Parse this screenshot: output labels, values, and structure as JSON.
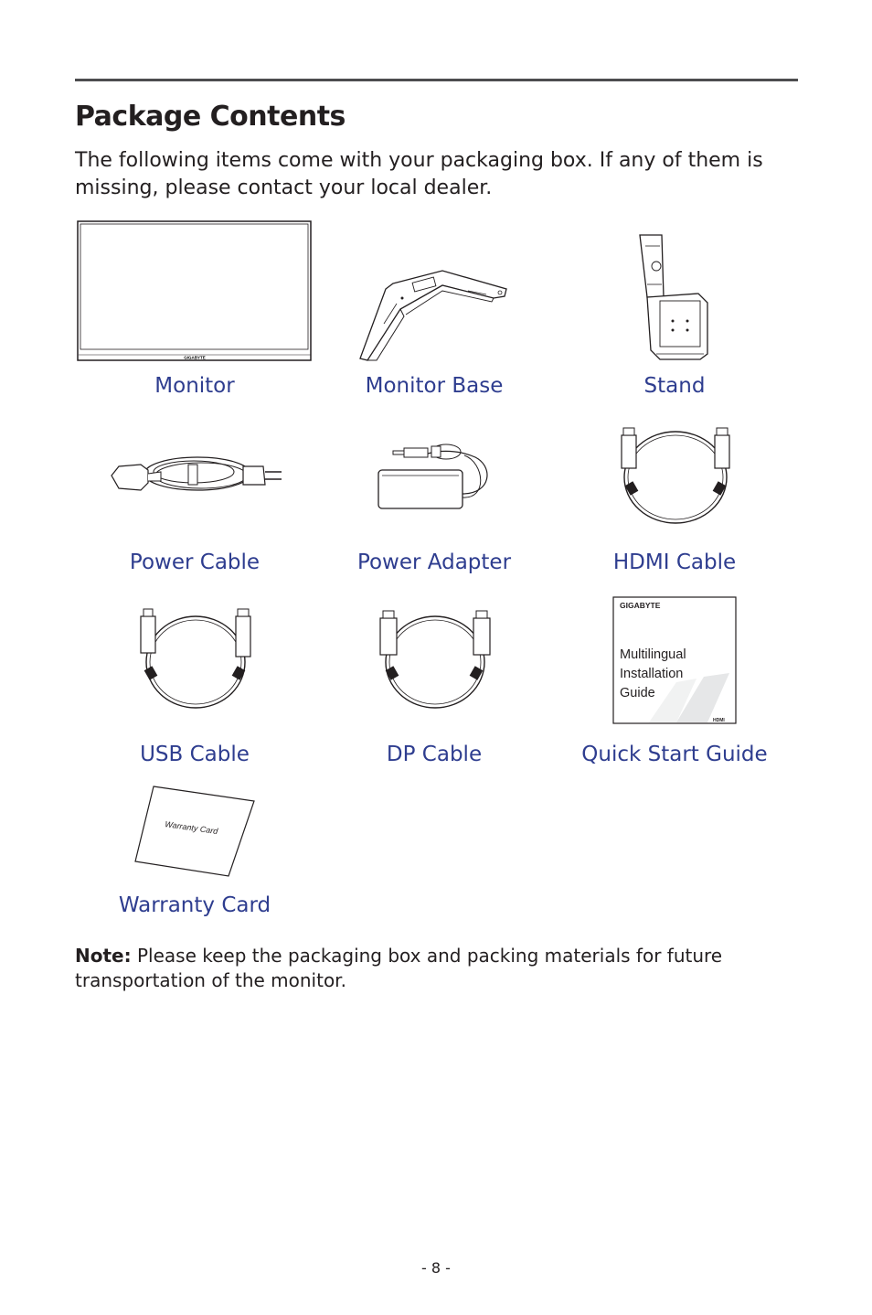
{
  "heading": "Package Contents",
  "intro": "The following items come with your packaging box. If any of them is missing, please contact your local dealer.",
  "items": [
    {
      "label": "Monitor"
    },
    {
      "label": "Monitor Base"
    },
    {
      "label": "Stand"
    },
    {
      "label": "Power Cable"
    },
    {
      "label": "Power Adapter"
    },
    {
      "label": "HDMI Cable"
    },
    {
      "label": "USB Cable"
    },
    {
      "label": "DP Cable"
    },
    {
      "label": "Quick Start Guide"
    },
    {
      "label": "Warranty Card"
    }
  ],
  "guide": {
    "brand": "GIGABYTE",
    "line1": "Multilingual",
    "line2": "Installation",
    "line3": "Guide",
    "hdmi_logo": "HDMI"
  },
  "warranty_card_text": "Warranty Card",
  "monitor_logo": "GIGABYTE",
  "note": {
    "prefix": "Note:",
    "text": " Please keep the packaging box and packing materials for future transportation of the monitor."
  },
  "page_number": "- 8 -"
}
